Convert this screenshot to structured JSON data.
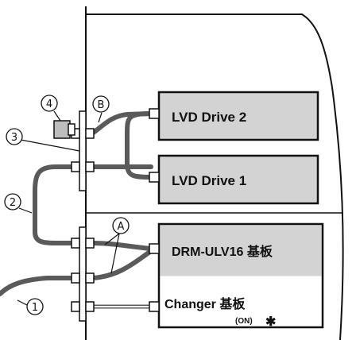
{
  "boxes": {
    "lvd_drive_2": "LVD Drive 2",
    "lvd_drive_1": "LVD Drive 1",
    "drm_board": "DRM-ULV16 基板",
    "changer_board": "Changer 基板",
    "changer_note": "(ON)",
    "asterisk": "✱"
  },
  "callouts": {
    "c1": "1",
    "c2": "2",
    "c3": "3",
    "c4": "4",
    "cA": "A",
    "cB": "B"
  },
  "colors": {
    "cable": "#5a5a5a",
    "box_fill": "#d3d3d3",
    "frame": "#111111"
  }
}
